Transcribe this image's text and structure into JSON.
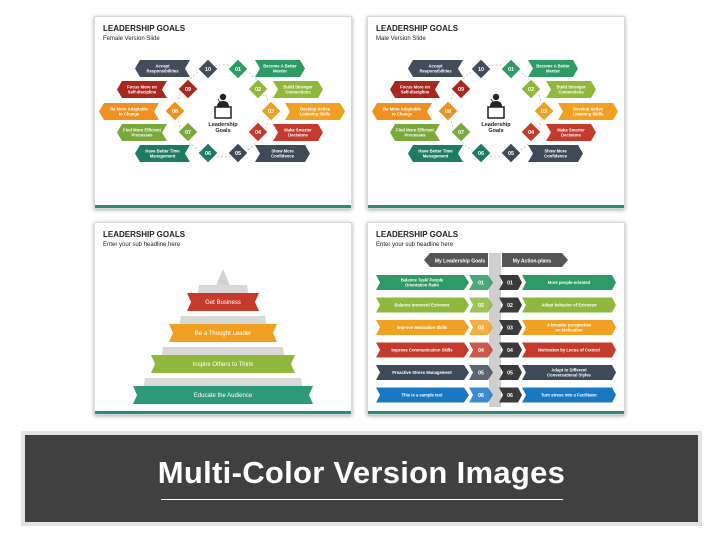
{
  "cycle_slides": [
    {
      "title": "LEADERSHIP GOALS",
      "subtitle": "Female Version Slide",
      "center_label": [
        "Leadership",
        "Goals"
      ],
      "items": [
        {
          "num": "01",
          "label": [
            "Become A Better",
            "Mentor"
          ],
          "color": "#2e9a66"
        },
        {
          "num": "02",
          "label": [
            "Build Stronger",
            "Connections"
          ],
          "color": "#8fb83c"
        },
        {
          "num": "03",
          "label": [
            "Develop Active",
            "Listening Skills"
          ],
          "color": "#f0a023"
        },
        {
          "num": "04",
          "label": [
            "Make Smarter",
            "Decisions"
          ],
          "color": "#c43b2e"
        },
        {
          "num": "05",
          "label": [
            "Show More",
            "Confidence"
          ],
          "color": "#3f4a58"
        },
        {
          "num": "06",
          "label": [
            "Have Better Time",
            "Management"
          ],
          "color": "#1d7a63"
        },
        {
          "num": "07",
          "label": [
            "Find More Efficient",
            "Processes"
          ],
          "color": "#7aa83a"
        },
        {
          "num": "08",
          "label": [
            "Be More Adaptable",
            "to Change"
          ],
          "color": "#ef9020"
        },
        {
          "num": "09",
          "label": [
            "Focus More on",
            "Self-discipline"
          ],
          "color": "#a8281f"
        },
        {
          "num": "10",
          "label": [
            "Accept",
            "Responsibilities"
          ],
          "color": "#424c5a"
        }
      ]
    },
    {
      "title": "LEADERSHIP GOALS",
      "subtitle": "Male Version Slide",
      "center_label": [
        "Leadership",
        "Goals"
      ],
      "items": [
        {
          "num": "01",
          "label": [
            "Become A Better",
            "Mentor"
          ],
          "color": "#2e9a66"
        },
        {
          "num": "02",
          "label": [
            "Build Stronger",
            "Connections"
          ],
          "color": "#8fb83c"
        },
        {
          "num": "03",
          "label": [
            "Develop Active",
            "Listening Skills"
          ],
          "color": "#f0a023"
        },
        {
          "num": "04",
          "label": [
            "Make Smarter",
            "Decisions"
          ],
          "color": "#c43b2e"
        },
        {
          "num": "05",
          "label": [
            "Show More",
            "Confidence"
          ],
          "color": "#3f4a58"
        },
        {
          "num": "06",
          "label": [
            "Have Better Time",
            "Management"
          ],
          "color": "#1d7a63"
        },
        {
          "num": "07",
          "label": [
            "Find More Efficient",
            "Processes"
          ],
          "color": "#7aa83a"
        },
        {
          "num": "08",
          "label": [
            "Be More Adaptable",
            "to Change"
          ],
          "color": "#ef9020"
        },
        {
          "num": "09",
          "label": [
            "Focus More on",
            "Self-discipline"
          ],
          "color": "#a8281f"
        },
        {
          "num": "10",
          "label": [
            "Accept",
            "Responsibilities"
          ],
          "color": "#424c5a"
        }
      ]
    }
  ],
  "pyramid_slide": {
    "title": "LEADERSHIP GOALS",
    "subtitle": "Enter your sub headline here",
    "levels": [
      {
        "label": "Get Business",
        "color": "#c43b2e"
      },
      {
        "label": "Be a Thought Leader",
        "color": "#f0a023"
      },
      {
        "label": "Inspire Others to Think",
        "color": "#8fb83c"
      },
      {
        "label": "Educate the Audience",
        "color": "#2e9a7a"
      }
    ]
  },
  "table_slide": {
    "title": "LEADERSHIP GOALS",
    "subtitle": "Enter your sub headline here",
    "left_header": "My Leadership Goals",
    "right_header": "My Action-plans",
    "rows": [
      {
        "num": "01",
        "left": [
          "Balance Task/ People",
          "Orientation Ratio"
        ],
        "right": [
          "More people-oriented"
        ],
        "color": "#2e9a66"
      },
      {
        "num": "02",
        "left": [
          "Balance Introvert/ Extrovert"
        ],
        "right": [
          "Adopt behavior of Extrovert"
        ],
        "color": "#8fb83c"
      },
      {
        "num": "03",
        "left": [
          "Improve Motivation Skills"
        ],
        "right": [
          "A broader perspective",
          "on Motivation"
        ],
        "color": "#f0a023"
      },
      {
        "num": "04",
        "left": [
          "Improve Communication Skills"
        ],
        "right": [
          "Motivation by Locus of Control"
        ],
        "color": "#c43b2e"
      },
      {
        "num": "05",
        "left": [
          "Proactive Stress Management"
        ],
        "right": [
          "Adapt to Different",
          "Conversational Styles"
        ],
        "color": "#3f4a58"
      },
      {
        "num": "06",
        "left": [
          "This is a sample text"
        ],
        "right": [
          "Turn stress into a Facilitator"
        ],
        "color": "#1a78c2"
      }
    ]
  },
  "banner": {
    "title": "Multi-Color Version Images"
  }
}
